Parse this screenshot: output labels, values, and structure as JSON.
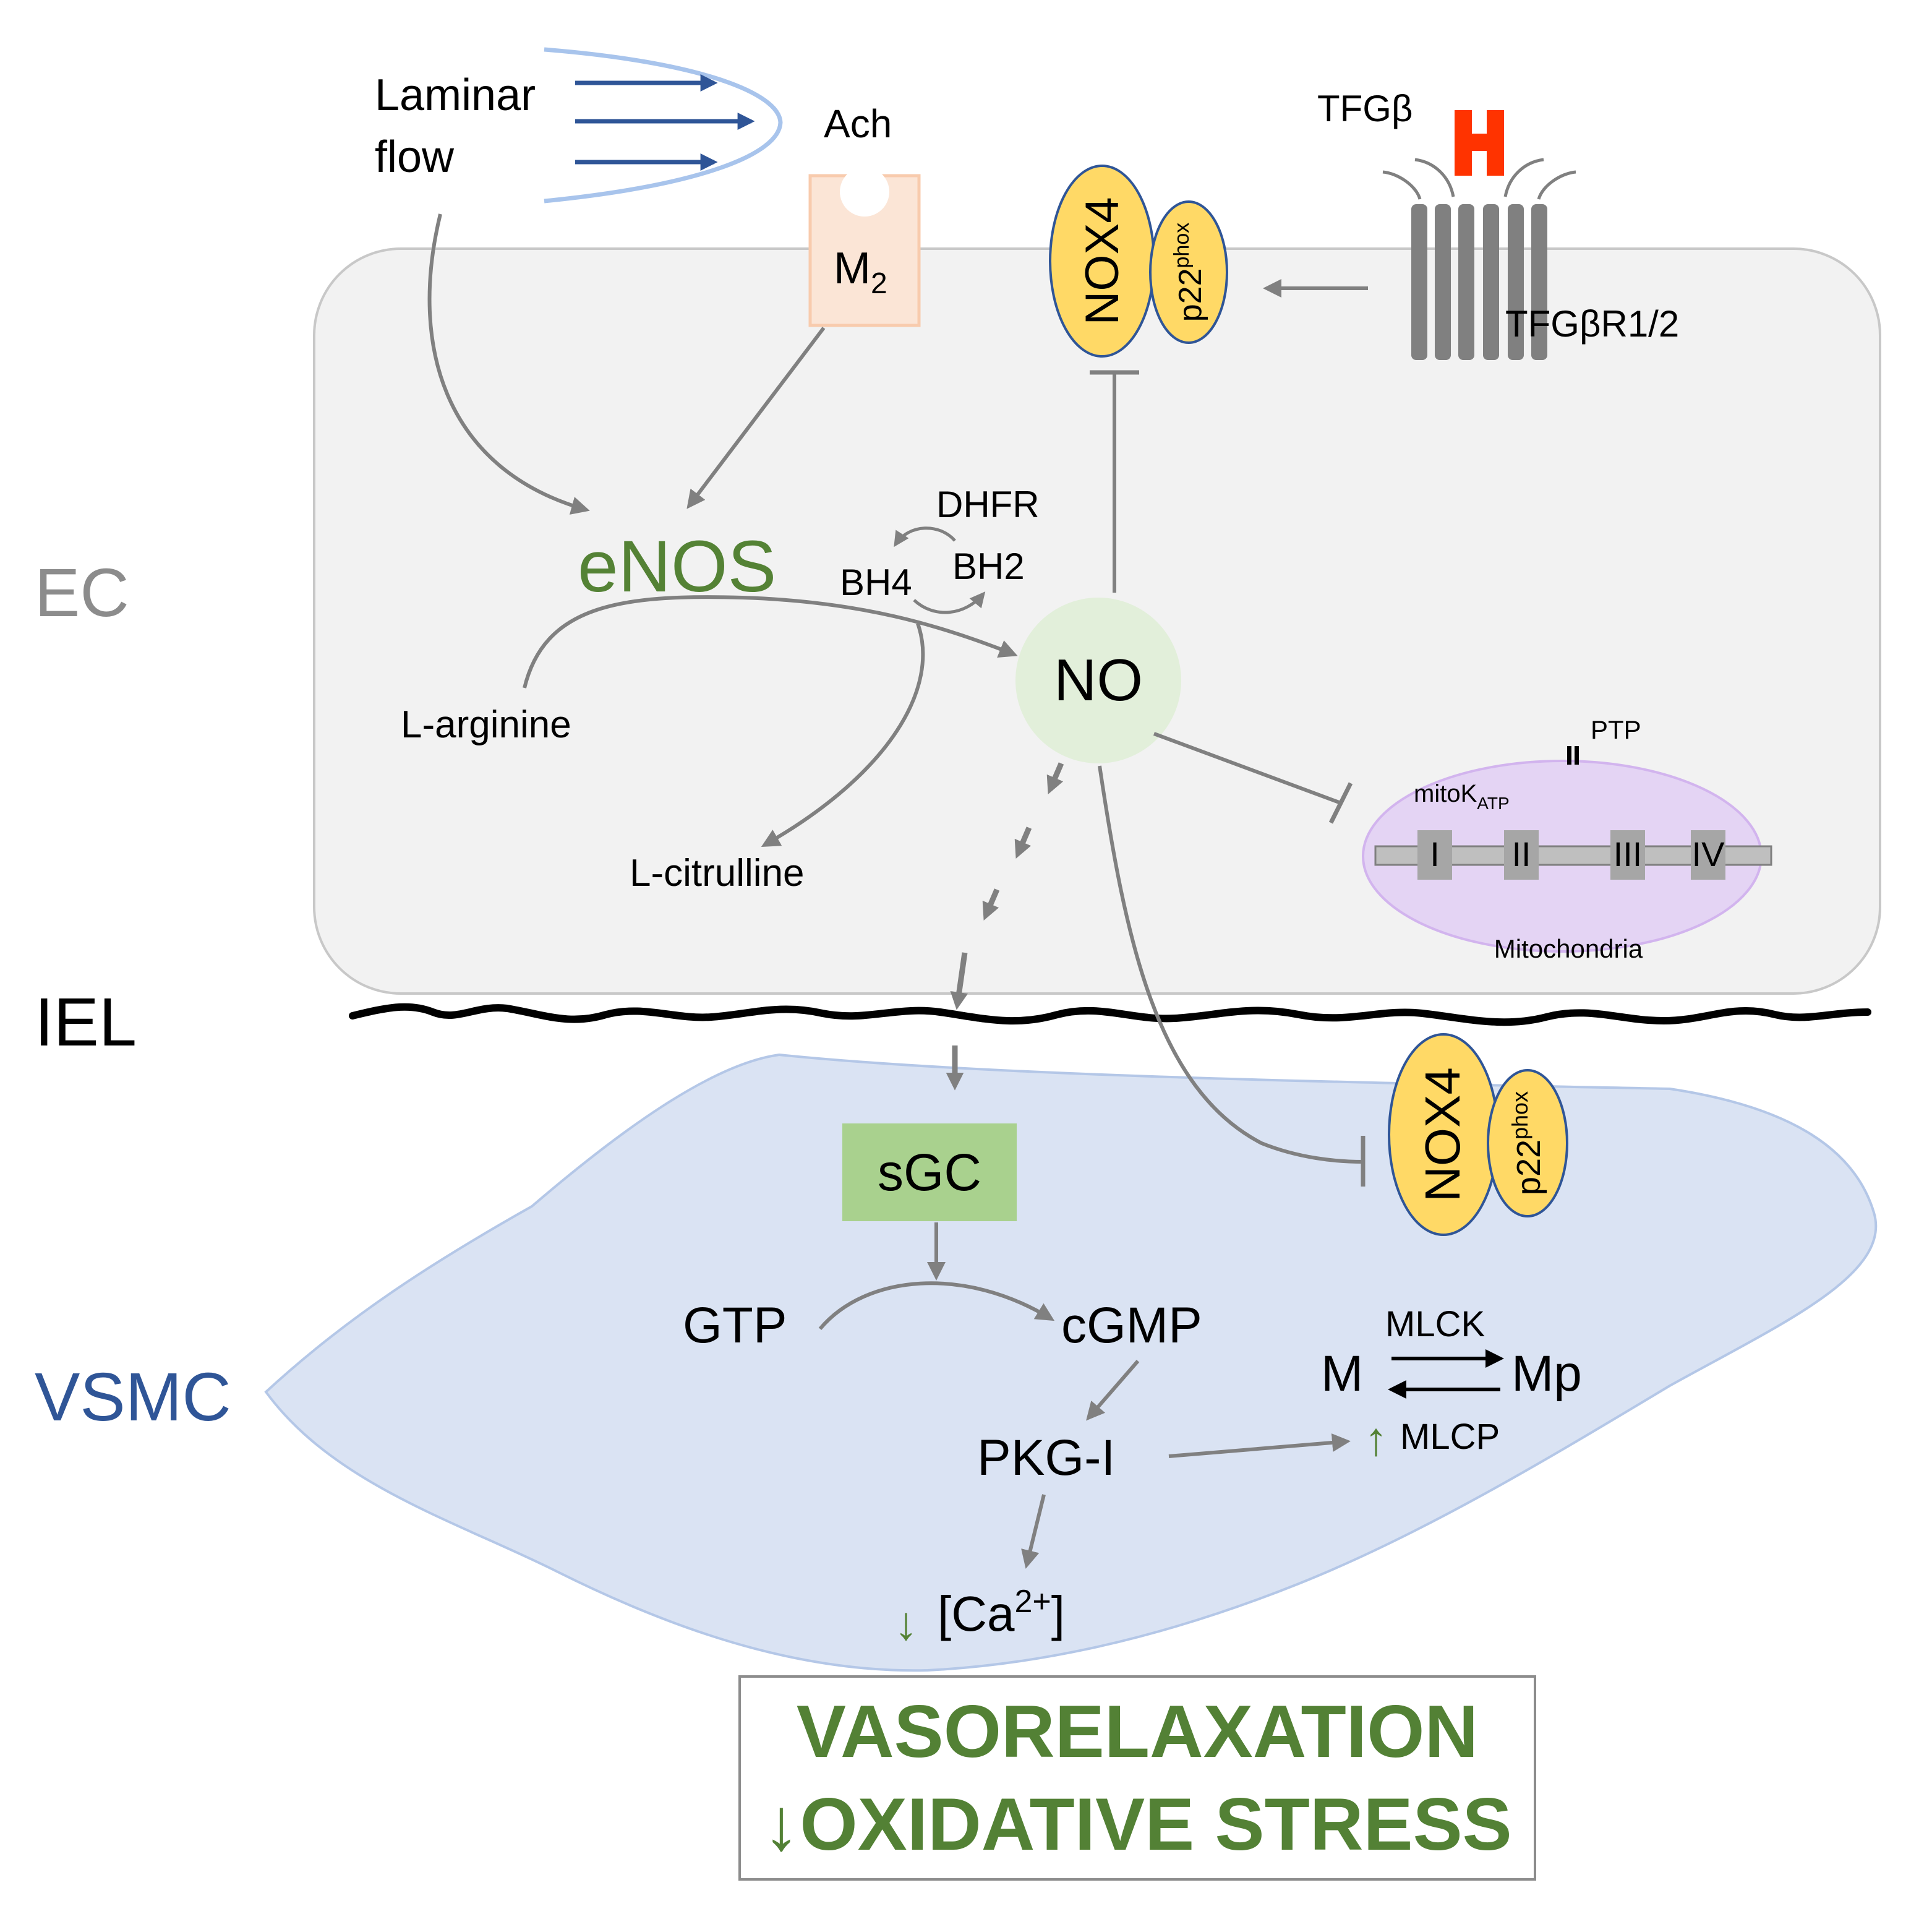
{
  "compartments": {
    "ec": "EC",
    "iel": "IEL",
    "vsmc": "VSMC"
  },
  "stimuli": {
    "laminar_flow": [
      "Laminar",
      "flow"
    ],
    "ach": "Ach",
    "m2_base": "M",
    "m2_sub": "2",
    "tgfb": "TFGβ",
    "tgfb_receptor": "TFGβR1/2"
  },
  "nox4_ec": {
    "nox4": "NOX4",
    "p22": "p22",
    "p22_sup": "phox"
  },
  "nox4_vsmc": {
    "nox4": "NOX4",
    "p22": "p22",
    "p22_sup": "phox"
  },
  "endothelial": {
    "enos": "eNOS",
    "dhfr": "DHFR",
    "bh4": "BH4",
    "bh2": "BH2",
    "l_arginine": "L-arginine",
    "l_citrulline": "L-citrulline",
    "no": "NO"
  },
  "mitochondria": {
    "label": "Mitochondria",
    "ptp": "PTP",
    "mitok_base": "mitoK",
    "mitok_sub": "ATP",
    "complexes": [
      "I",
      "II",
      "III",
      "IV"
    ]
  },
  "vsmc_pathway": {
    "sgc": "sGC",
    "gtp": "GTP",
    "cgmp": "cGMP",
    "pkg": "PKG-I",
    "mlck": "MLCK",
    "m": "M",
    "mp": "Mp",
    "mlcp": "MLCP",
    "ca_open": "[Ca",
    "ca_sup": "2+",
    "ca_close": "]"
  },
  "outcome": {
    "line1": "VASORELAXATION",
    "arrow": "↓",
    "line2": "OXIDATIVE STRESS"
  },
  "colors": {
    "ec_cell": "#f2f2f2",
    "vsmc_cell": "#dae3f3",
    "nox_fill": "#ffd966",
    "nox_stroke": "#2f5597",
    "no_circle": "#e2efda",
    "sgc_box": "#a9d18e",
    "enos_text": "#548235",
    "vsmc_text": "#2f5597",
    "outcome_text": "#538135",
    "arrow_gray": "#808080",
    "tgfb_ligand": "#ff3300",
    "mito_fill": "#e4d4f4"
  }
}
